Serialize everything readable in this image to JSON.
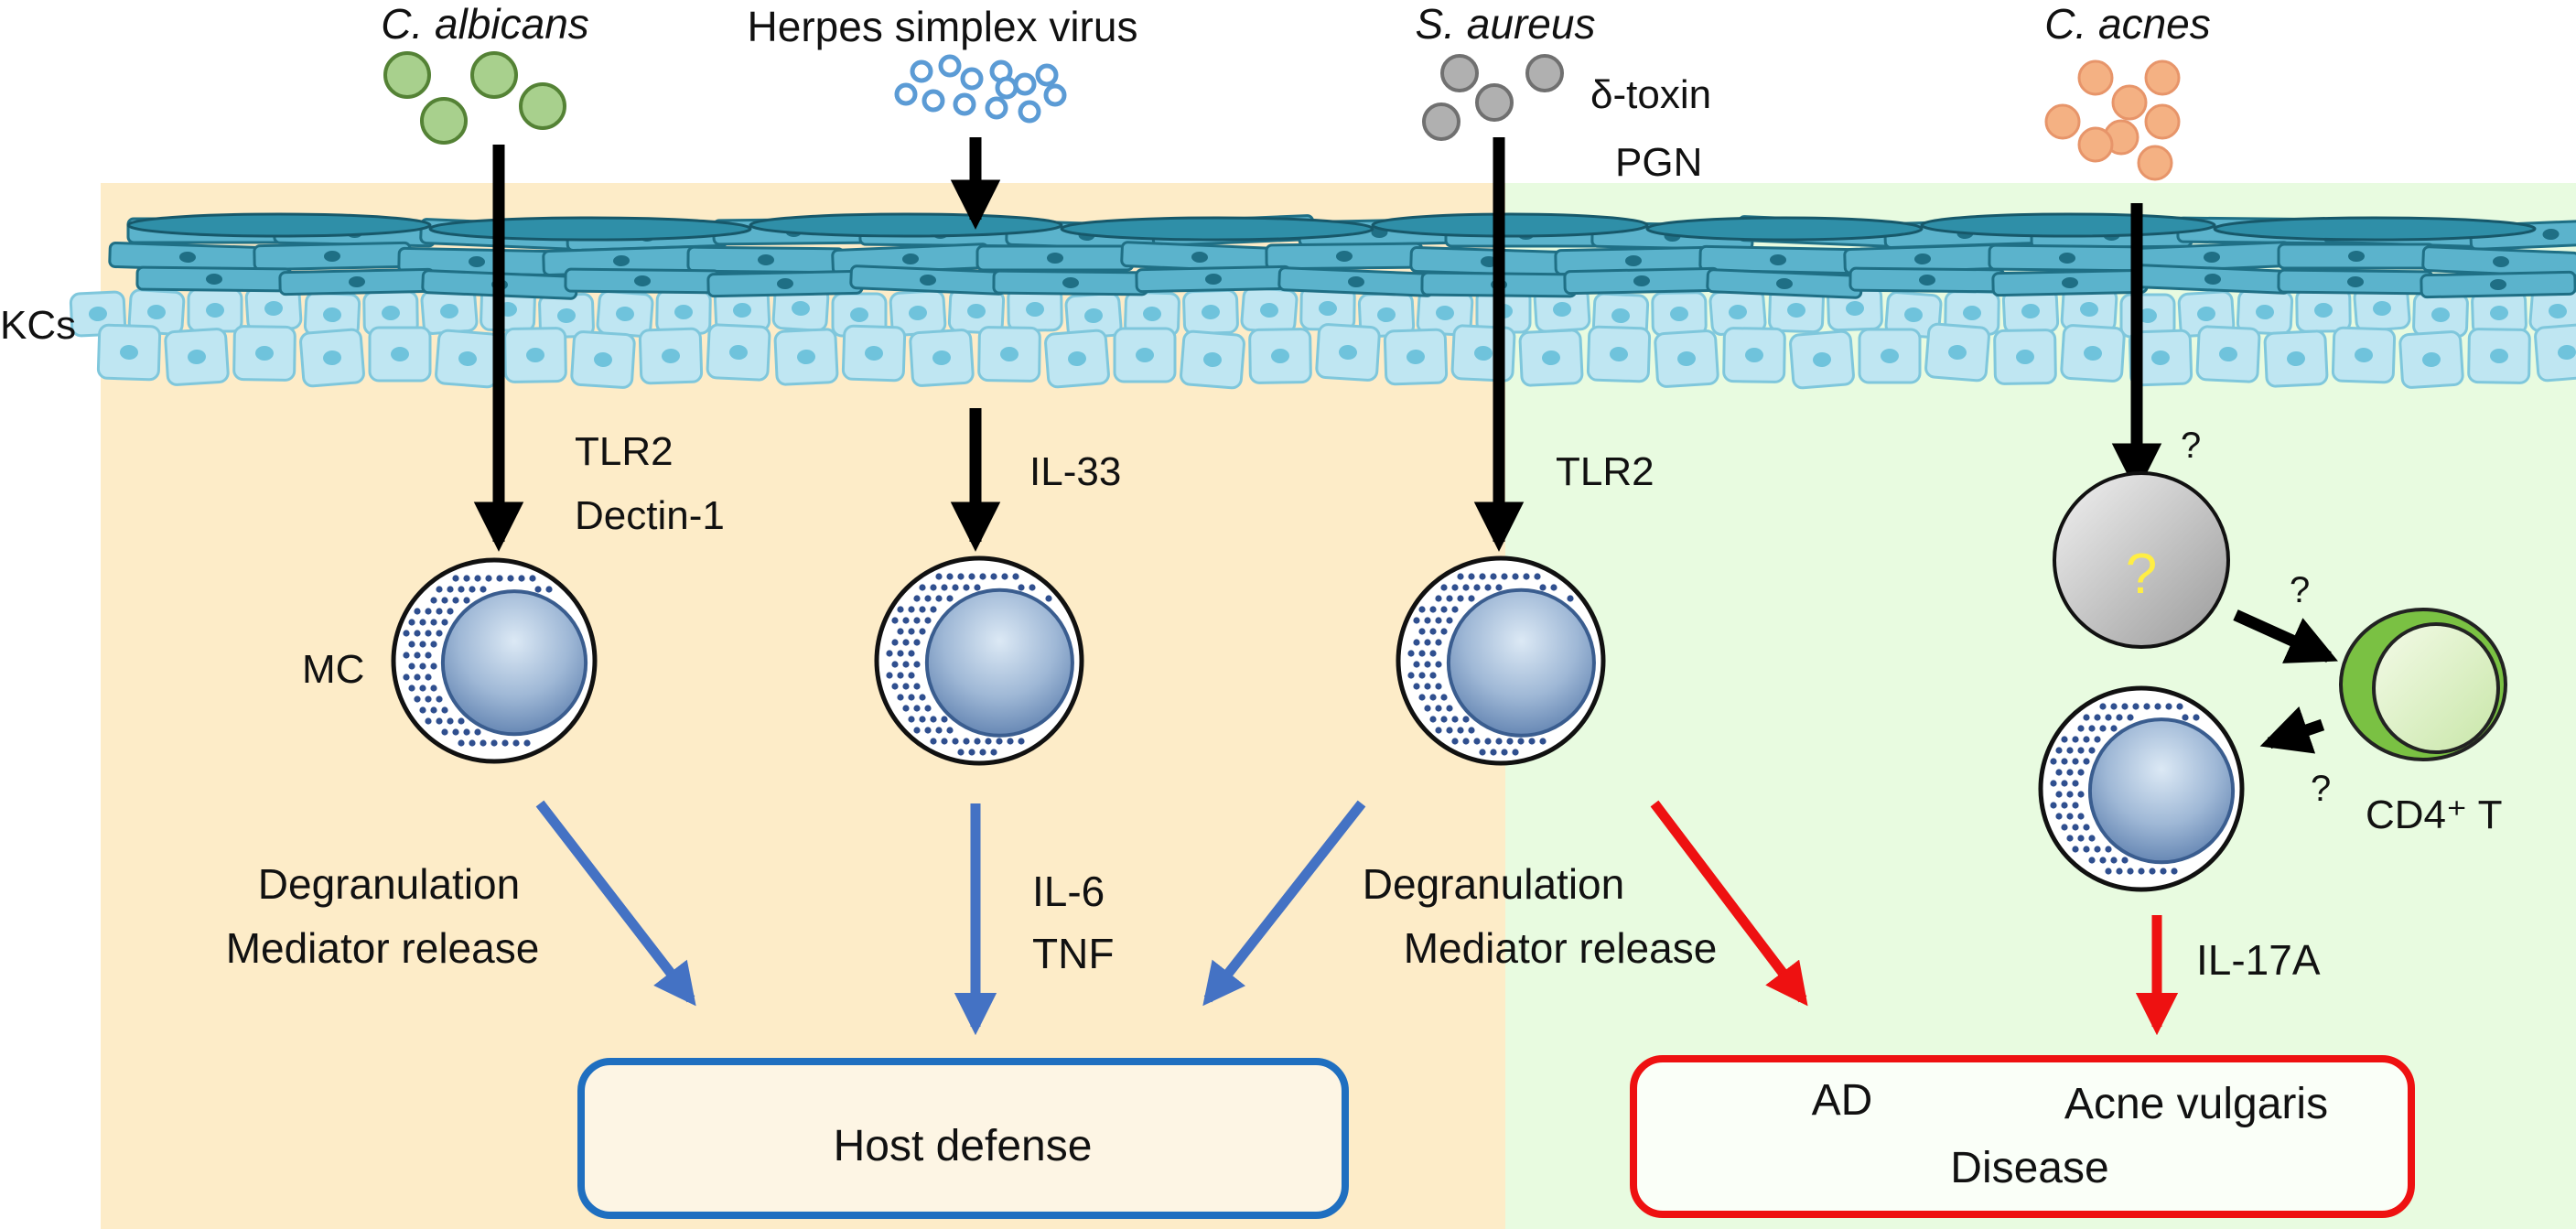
{
  "microbes": {
    "albicans": "C. albicans",
    "hsv": "Herpes simplex virus",
    "aureus": "S. aureus",
    "acnes": "C. acnes"
  },
  "aureus_factors": {
    "toxin": "δ-toxin",
    "pgn": "PGN"
  },
  "kc_label": "KCs",
  "receptors": {
    "albicans_tlr2": "TLR2",
    "albicans_dectin": "Dectin-1",
    "hsv_il33": "IL-33",
    "aureus_tlr2": "TLR2",
    "acnes_q1": "?",
    "acnes_q2": "?",
    "acnes_q3": "?",
    "unknown_cell_q": "?"
  },
  "mc_label": "MC",
  "cd4_label": "CD4⁺ T",
  "responses": {
    "albicans_l1": "Degranulation",
    "albicans_l2": "Mediator release",
    "hsv_l1": "IL-6",
    "hsv_l2": "TNF",
    "aureus_l1": "Degranulation",
    "aureus_l2": "Mediator release",
    "acnes_il17": "IL-17A"
  },
  "outcomes": {
    "host_defense": "Host defense",
    "ad": "AD",
    "acne": "Acne vulgaris",
    "disease": "Disease"
  },
  "colors": {
    "defense_region": "#fdecc8",
    "disease_region": "#e8fbe0",
    "blue_arrow": "#4472c4",
    "red_arrow": "#ee1111",
    "host_box": "#1f6fc0",
    "disease_box": "#ee1111",
    "candida": "#a8d08d",
    "hsv": "#5b9bd5",
    "staph": "#b0b0b0",
    "cacnes": "#f4b183",
    "keratinocyte_dark": "#2e8ca3",
    "keratinocyte_light": "#bfe6f2",
    "mast_granule": "#2f4f8f",
    "cd4": "#7ac143"
  }
}
